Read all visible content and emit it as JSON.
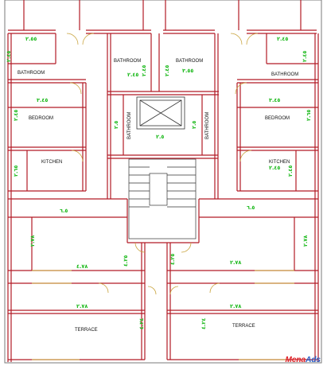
{
  "plan": {
    "rooms": [
      {
        "id": "bathroom-left",
        "label": "BATHROOM"
      },
      {
        "id": "bedroom-left",
        "label": "BEDROOM"
      },
      {
        "id": "kitchen-left",
        "label": "KITCHEN"
      },
      {
        "id": "bathroom-center-left",
        "label": "BATHROOM"
      },
      {
        "id": "bathroom-center-right",
        "label": "BATHROOM"
      },
      {
        "id": "bathroom-shaft-left",
        "label": "BATHROOM"
      },
      {
        "id": "bathroom-shaft-right",
        "label": "BATHROOM"
      },
      {
        "id": "bathroom-right",
        "label": "BATHROOM"
      },
      {
        "id": "bedroom-right",
        "label": "BEDROOM"
      },
      {
        "id": "kitchen-right",
        "label": "KITCHEN"
      },
      {
        "id": "terrace-left",
        "label": "TERRACE"
      },
      {
        "id": "terrace-right",
        "label": "TERRACE"
      }
    ],
    "dimensions": [
      "٢.٥٥",
      "٢.٤٥",
      "٣.٤٥",
      "٢.٤٥",
      "٢.٦٥",
      "٢.٤٥",
      "٢.٤٥",
      "٣.٥٥",
      "٢.٤٥",
      "٢.٤٥",
      "٢.٤٥",
      "٢.٦٥",
      "٢.٤٥",
      "٣.٤٥",
      "٢.٥",
      "٢.٥",
      "٢.٥",
      "٢.٤٥",
      "٦.٥",
      "٦.٥",
      "٢.٧٨",
      "٢.٧٨",
      "٤.٧٨",
      "٤.٢٥",
      "٤.٢٥",
      "٢.٧٨",
      "٢.٧٨",
      "٤.٢٤",
      "٤.٢٤"
    ]
  },
  "watermark": {
    "brand": "Mena",
    "brand_suffix": "Ads"
  },
  "colors": {
    "wall": "#b21a26",
    "frame": "#333333",
    "dimension": "#18b818",
    "door": "#c8a23a"
  }
}
